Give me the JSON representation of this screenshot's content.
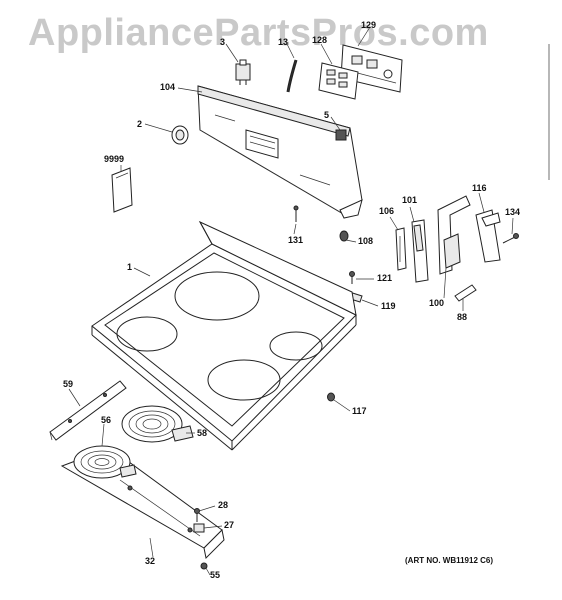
{
  "watermark": "AppliancePartsPros.com",
  "art_number": "(ART NO. WB11912 C6)",
  "callouts": {
    "c129": "129",
    "c3": "3",
    "c13": "13",
    "c128": "128",
    "c104": "104",
    "c5": "5",
    "c2": "2",
    "c9999": "9999",
    "c131": "131",
    "c108": "108",
    "c106": "106",
    "c101": "101",
    "c116": "116",
    "c134": "134",
    "c1": "1",
    "c121": "121",
    "c119": "119",
    "c100": "100",
    "c88": "88",
    "c117": "117",
    "c59": "59",
    "c56": "56",
    "c58": "58",
    "c28": "28",
    "c27": "27",
    "c32": "32",
    "c55": "55"
  }
}
